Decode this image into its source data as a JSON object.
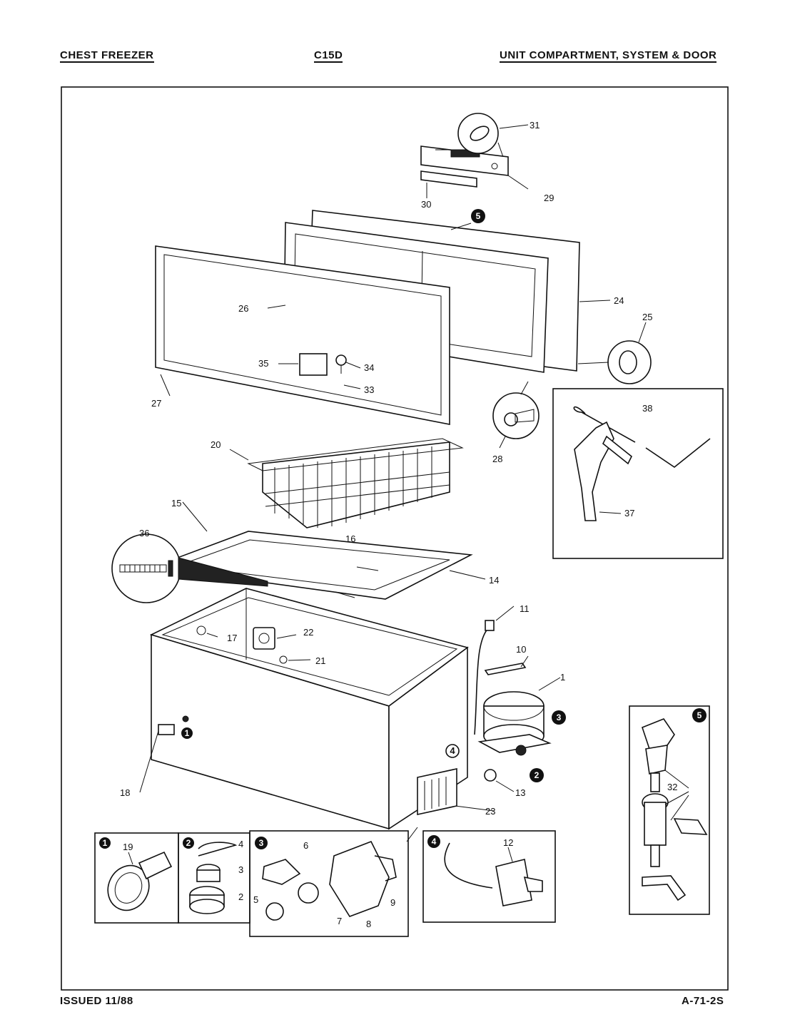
{
  "header": {
    "left": "CHEST FREEZER",
    "center": "C15D",
    "right": "UNIT COMPARTMENT, SYSTEM & DOOR"
  },
  "footer": {
    "left": "ISSUED 11/88",
    "right": "A-71-2S"
  },
  "callouts": {
    "p1": "1",
    "p2": "2",
    "p3": "3",
    "p4": "4",
    "p5": "5",
    "p6": "6",
    "p7": "7",
    "p8": "8",
    "p9": "9",
    "p10": "10",
    "p11": "11",
    "p12": "12",
    "p13": "13",
    "p14": "14",
    "p15": "15",
    "p16": "16",
    "p17": "17",
    "p18": "18",
    "p19": "19",
    "p20": "20",
    "p21": "21",
    "p22": "22",
    "p23": "23",
    "p24": "24",
    "p25": "25",
    "p26": "26",
    "p27": "27",
    "p28": "28",
    "p29": "29",
    "p30": "30",
    "p31": "31",
    "p32": "32",
    "p33": "33",
    "p34": "34",
    "p35": "35",
    "p36": "36",
    "p37": "37",
    "p38": "38"
  },
  "badges": {
    "b1": "1",
    "b2": "2",
    "b3": "3",
    "b4": "4",
    "b5": "5"
  }
}
